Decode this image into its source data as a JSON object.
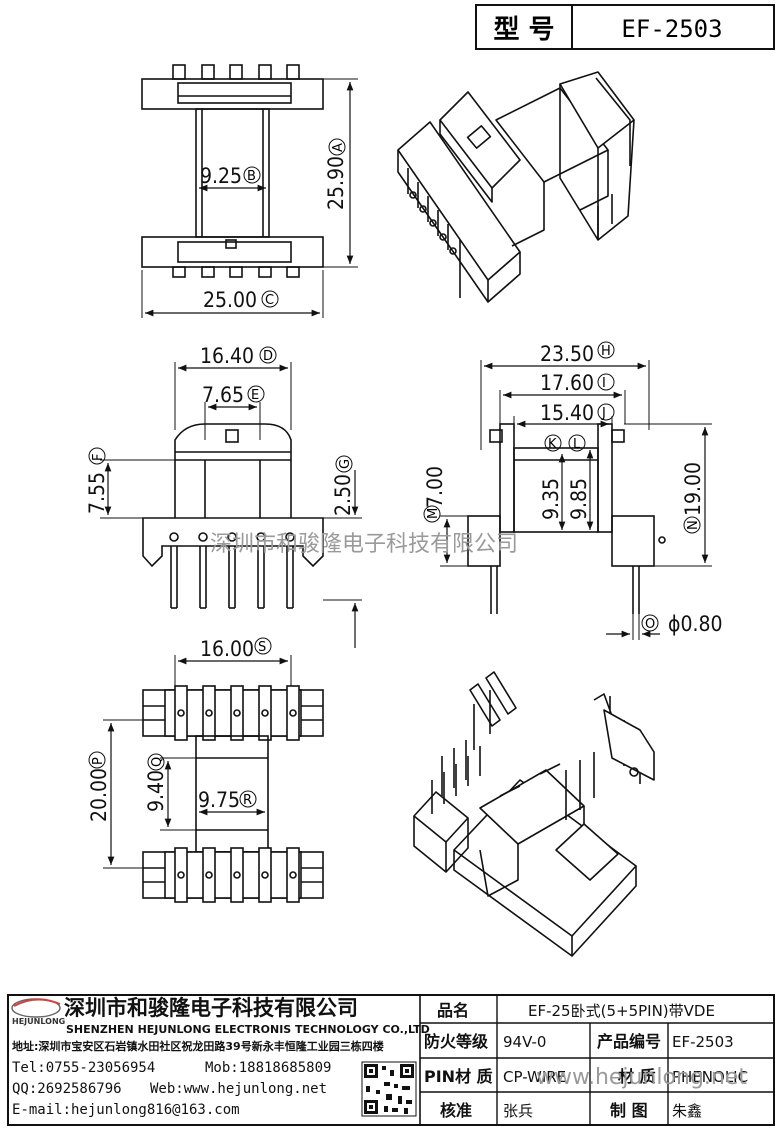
{
  "header": {
    "model_label": "型 号",
    "model_value": "EF-2503"
  },
  "dimensions": {
    "A": {
      "value": "25.90",
      "tag": "A"
    },
    "B": {
      "value": "9.25",
      "tag": "B"
    },
    "C": {
      "value": "25.00",
      "tag": "C"
    },
    "D": {
      "value": "16.40",
      "tag": "D"
    },
    "E": {
      "value": "7.65",
      "tag": "E"
    },
    "F": {
      "value": "7.55",
      "tag": "F"
    },
    "G": {
      "value": "2.50",
      "tag": "G"
    },
    "H": {
      "value": "23.50",
      "tag": "H"
    },
    "I": {
      "value": "17.60",
      "tag": "I"
    },
    "J": {
      "value": "15.40",
      "tag": "J"
    },
    "K": {
      "value": "9.35",
      "tag": "K"
    },
    "L": {
      "value": "9.85",
      "tag": "L"
    },
    "M": {
      "value": "7.00",
      "tag": "M"
    },
    "N": {
      "value": "19.00",
      "tag": "N"
    },
    "O": {
      "value": "ϕ0.80",
      "tag": "O"
    },
    "P": {
      "value": "20.00",
      "tag": "P"
    },
    "Q": {
      "value": "9.40",
      "tag": "Q"
    },
    "R": {
      "value": "9.75",
      "tag": "R"
    },
    "S": {
      "value": "16.00",
      "tag": "S"
    }
  },
  "watermark": {
    "middle": "深圳市和骏隆电子科技有限公司",
    "footer": "www.hejunlong.net"
  },
  "company": {
    "logo_text": "HEJUNLONG",
    "name_cn": "深圳市和骏隆电子科技有限公司",
    "name_en": "SHENZHEN HEJUNLONG ELECTRONIS TECHNOLOGY CO.,LTD",
    "address": "地址:深圳市宝安区石岩镇水田社区祝龙田路39号新永丰恒隆工业园三栋四楼",
    "tel": "Tel:0755-23056954",
    "mob": "Mob:18818685809",
    "qq": "QQ:2692586796",
    "web": "Web:www.hejunlong.net",
    "email": "E-mail:hejunlong816@163.com"
  },
  "spec_table": {
    "name_label": "品名",
    "name_value": "EF-25卧式(5+5PIN)带VDE",
    "fire_label": "防火等级",
    "fire_value": "94V-0",
    "product_no_label": "产品编号",
    "product_no_value": "EF-2503",
    "pin_label": "PIN材 质",
    "pin_value": "CP-WIRE",
    "material_label": "材 质",
    "material_value": "PHENOLIC",
    "check_label": "核准",
    "check_value": "张兵",
    "draw_label": "制 图",
    "draw_value": "朱鑫"
  }
}
